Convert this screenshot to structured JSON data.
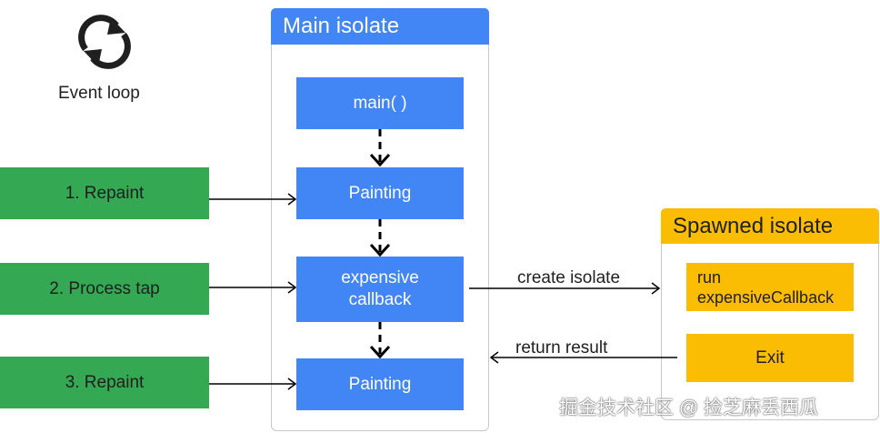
{
  "event_loop": {
    "label": "Event loop",
    "icon": "sync-arrows-icon"
  },
  "main_isolate": {
    "title": "Main isolate",
    "blocks": [
      "main( )",
      "Painting",
      "expensive callback",
      "Painting"
    ]
  },
  "tasks": [
    "1. Repaint",
    "2. Process tap",
    "3. Repaint"
  ],
  "spawned_isolate": {
    "title": "Spawned isolate",
    "run_line1": "run",
    "run_line2": "expensiveCallback",
    "exit": "Exit"
  },
  "arrows": {
    "create": "create isolate",
    "return": "return result"
  },
  "watermark": "掘金技术社区 @ 捡芝麻丢西瓜",
  "colors": {
    "blue": "#4285f4",
    "green": "#34a853",
    "yellow": "#fbbc04",
    "border": "#c8c8c8"
  }
}
